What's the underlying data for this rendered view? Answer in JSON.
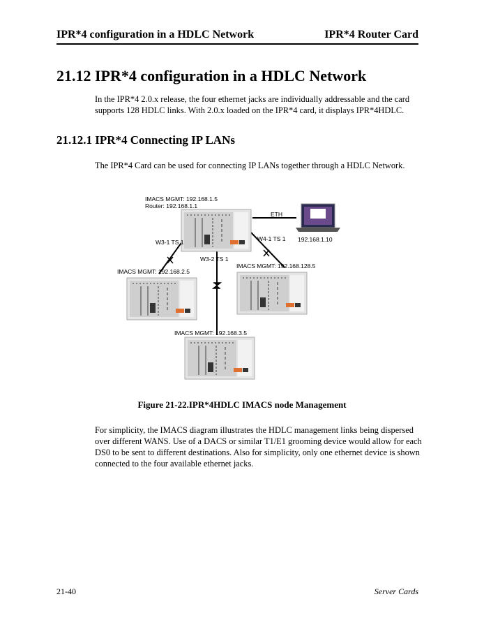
{
  "header": {
    "left": "IPR*4 configuration in a HDLC Network",
    "right": "IPR*4 Router Card"
  },
  "section": {
    "title": "21.12 IPR*4 configuration in a HDLC Network",
    "paragraph": "In the IPR*4 2.0.x release, the four ethernet jacks are individually addressable and the card supports 128 HDLC links. With 2.0.x loaded on the IPR*4 card, it displays IPR*4HDLC."
  },
  "subsection": {
    "title": "21.12.1 IPR*4 Connecting IP LANs",
    "paragraph": "The IPR*4 Card can be used for connecting IP LANs together through a HDLC Network."
  },
  "figure": {
    "labels": {
      "main_mgmt": "IMACS MGMT: 192.168.1.5",
      "main_router": "Router: 192.168.1.1",
      "eth": "ETH",
      "laptop_ip": "192.168.1.10",
      "w31": "W3-1 TS 1",
      "w32": "W3-2 TS 1",
      "w41": "W4-1 TS 1",
      "node2": "IMACS MGMT: 192.168.2.5",
      "node128": "IMACS MGMT: 192.168.128.5",
      "node3": "IMACS MGMT: 192.168.3.5"
    },
    "caption": "Figure 21-22.IPR*4HDLC IMACS node Management"
  },
  "closing_paragraph": "For simplicity, the IMACS diagram illustrates the HDLC management links being dispersed over different WANS. Use of a DACS or similar T1/E1 grooming device would allow for each DS0 to be sent to different destinations. Also for simplicity, only one ethernet device is shown connected to the four available ethernet jacks.",
  "footer": {
    "left": "21-40",
    "right": "Server Cards"
  }
}
